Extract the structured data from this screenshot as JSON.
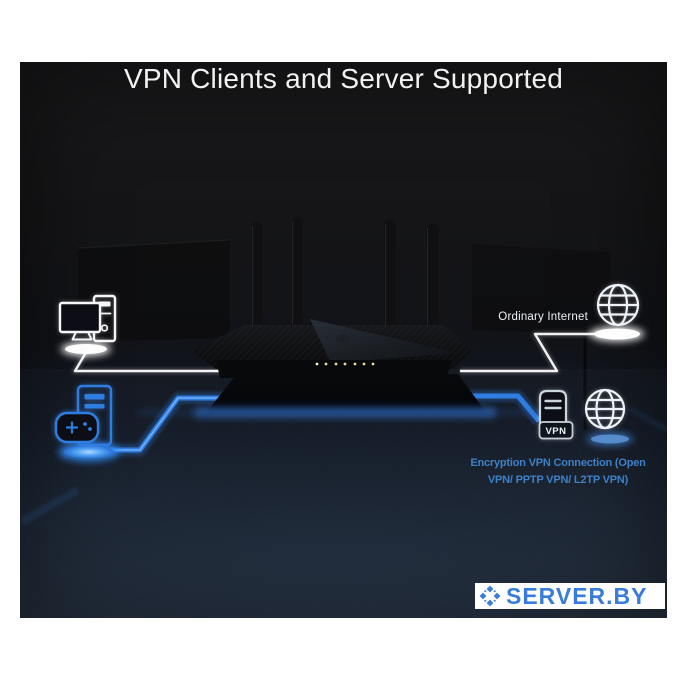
{
  "scene": {
    "title": "VPN Clients and Server Supported",
    "labels": {
      "ordinary_internet": "Ordinary Internet",
      "encryption_line1": "Encryption VPN Connection (Open",
      "encryption_line2": "VPN/ PPTP VPN/ L2TP VPN)"
    },
    "vpn_badge": "VPN",
    "icons": {
      "left_top": "desktop-computer-icon",
      "left_bottom": "gaming-pc-icon",
      "center": "wifi-router",
      "right_top": "globe-ordinary-internet-icon",
      "right_bottom": "globe-vpn-icon",
      "server": "vpn-server-icon"
    },
    "colors": {
      "accent_blue": "#2f7de1",
      "glow_blue": "#54a5f5",
      "label_blue": "#3e80c6",
      "line_white": "#f2f2f2"
    }
  },
  "footer": {
    "brand": "SERVER.BY",
    "brand_color": "#3a7cdb"
  }
}
